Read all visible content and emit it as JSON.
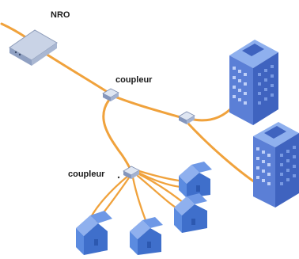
{
  "labels": {
    "nro": "NRO",
    "coupler_top": "coupleur",
    "coupler_bottom": "coupleur"
  },
  "colors": {
    "fiber": "#f0a23c",
    "building": "#5b7fd6",
    "building_dark": "#3f63bf",
    "house": "#5b8be0",
    "device": "#b7c3d8"
  },
  "icons": [
    "nro-device-icon",
    "coupler-icon",
    "building-icon",
    "house-icon"
  ]
}
